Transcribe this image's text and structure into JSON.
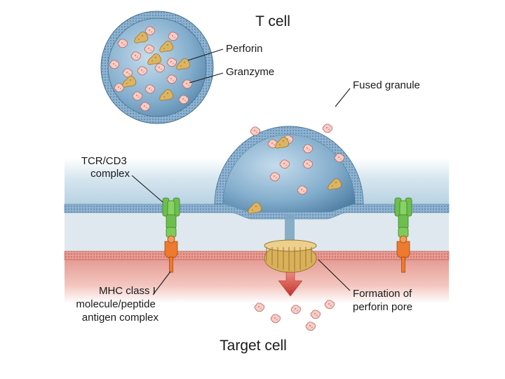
{
  "figure": {
    "top_title": "T cell",
    "bottom_title": "Target cell",
    "labels": {
      "perforin": "Perforin",
      "granzyme": "Granzyme",
      "fused_granule": "Fused granule",
      "tcr_cd3": [
        "TCR/CD3",
        "complex"
      ],
      "mhc": [
        "MHC class I",
        "molecule/peptide",
        "antigen complex"
      ],
      "pore": [
        "Formation of",
        "perforin pore"
      ]
    }
  },
  "colors": {
    "t_cell_band": "#bcd5e3",
    "target_band": "#e89f97",
    "granule_fill": "#5f8fb3",
    "membrane_blue": "#7da6c8",
    "granzyme_pink": "#f6c7c1",
    "perforin_tan": "#d9b15a",
    "tcr_green": "#6dbf4b",
    "mhc_orange": "#ee7a2f",
    "arrow_red": "#c9362c"
  }
}
